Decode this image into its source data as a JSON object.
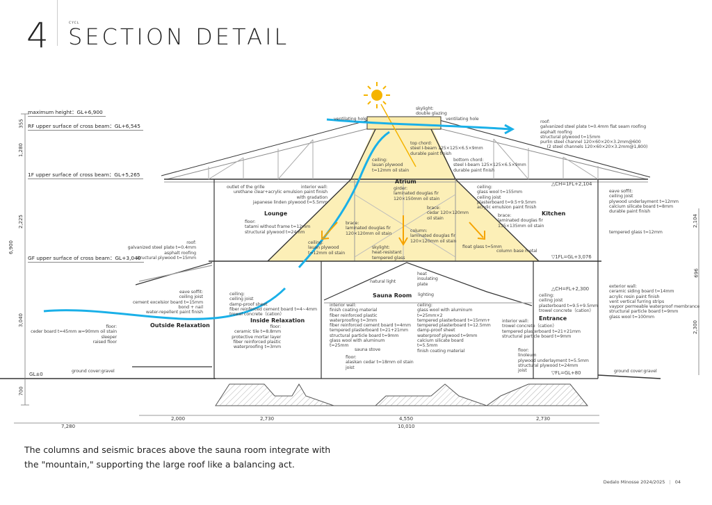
{
  "header": {
    "number": "4",
    "kicker": "CYCL",
    "title": "SECTION DETAIL"
  },
  "levels": {
    "max": "maximum height：GL+6,900",
    "rf": "RF upper surface of cross beam：GL+6,545",
    "f1": "1F upper surface of cross beam：GL+5,265",
    "gf": "GF upper surface of cross beam：GL+3,040",
    "gl": "GL±0"
  },
  "dims": {
    "left": [
      "355",
      "1,280",
      "2,225",
      "6,900",
      "3,040",
      "700"
    ],
    "right": [
      "2,104",
      "696",
      "2,300"
    ],
    "bottom": [
      "2,000",
      "2,730",
      "4,550",
      "2,730",
      "10,010",
      "7,280"
    ]
  },
  "rooms": {
    "atrium": "Atrium",
    "lounge": "Lounge",
    "kitchen": "Kitchen",
    "sauna": "Sauna Room",
    "entrance": "Entrance",
    "inside": "Inside Relaxation",
    "outside": "Outside Relaxation"
  },
  "notes": {
    "vent_l": "ventilating hole",
    "skylight_top": "skylight:\ndouble glazing",
    "vent_r": "ventilating hole",
    "top_chord": "top chord:\nsteel I-beam 125×125×6.5×9mm\ndurable paint finish",
    "ceil_lauan_top": "ceiling:\nlauan plywood\nt=12mm oil stain",
    "bottom_chord": "bottom chord:\nsteel I-beam 125×125×6.5×9mm\ndurable paint finish",
    "roof_main": "roof:\ngalvanized steel plate t=0.4mm flat seam roofing\nasphalt roofing\nstructural plywood t=15mm\npurlin steel channel 120×60×20×3.2mm@600\n     (2 steel channels 120×60×20×3.2mm@1,800)",
    "grille": "outlet of the grille",
    "int_wall_lounge": "interior wall:\nurethane clear+acrylic emulsion paint finish\nwith gradation\njapanese linden plywood t=5.5mm",
    "girder": "girder:\nlaminated douglas fir\n120×150mm oil stain",
    "ceil_kitchen": "ceiling:\nglass wool t=155mm\nceiling joist\nplasterboard t=9.5+9.5mm\nacrylic emulsion paint finish",
    "ch_1fl": "△CH=1FL+2,104",
    "eave_r": "eave soffit:\nceiling joist\nplywood underlayment t=12mm\ncalcium silicate board t=8mm\ndurable paint finish",
    "floor_lounge": "floor:\ntatami without frame t=12mm\nstructural plywood t=24mm",
    "brace_cedar": "brace:\ncedar 120×120mm\noil stain",
    "brace_135": "brace:\nlaminated douglas fir\n135×135mm oil stain",
    "brace_120": "brace:\nlaminated douglas fir\n120×120mm oil stain",
    "column": "column:\nlaminated douglas fir\n120×120mm oil stain",
    "ceil_lauan_low": "ceiling:\nlauan plywood\nt=12mm oil stain",
    "skylight_low": "skylight:\nheat-resistant\ntempered glass",
    "float_glass": "float glass t=5mm",
    "col_base": "column base metal",
    "temp_glass": "tempered glass t=12mm",
    "roof_low": "roof:\ngalvanized steel plate t=0.4mm\nasphalt roofing\nstructural plywood t=15mm",
    "fl_1fl": "▽1FL=GL+3,076",
    "nat_light": "natural light",
    "heat_plate": "heat\ninsulating\nplate",
    "lighting": "lighting",
    "ch_fl": "△CH=FL+2,300",
    "eave_l": "eave soffit:\nceiling joist\ncement excelsior board t=15mm\nbond + nail\nwater-repellent paint finish",
    "ceil_inside": "ceiling:\nceiling joist\ndamp-proof sheet\nfiber reinforced cement board t=4~4mm\ntrowel concrete（cation）",
    "ceil_entrance": "ceiling:\nceiling joist\nplasterboard t=9.5+9.5mm\ntrowel concrete（cation）",
    "ext_wall": "exterior wall:\nceramic siding board t=14mm\nacrylic resin paint finish\nvent vertical furring strips\nvaypor permeable waterproof membrance\nstructural particle board t=9mm\nglass wool t=100mm",
    "int_wall_sauna": "interior wall:\nfinish coating material\nfiber reinforced plastic\nwaterproofing t=3mm\nfiber reinforced cement board t=4mm\ntempered plasterboard t=21+21mm\nstructural particle board t=9mm\nglass wool with aluminum\nt=25mm",
    "ceil_sauna": "ceiling:\nglass wool with aluminum\nt=25mm×2\ntempered plasterboard t=15mm+\ntempered plasterboard t=12.5mm\ndamp-proof sheet\nwaterproof plywood t=9mm\ncalcium silicate board\nt=5.5mm\nfinish coating material",
    "int_wall_entr": "interior wall:\ntrowel concrete（cation）\ntempered plasterboard t=21+21mm\nstructural particle board t=9mm",
    "floor_inside": "floor:\nceramic tile t=8.8mm\nprotective mortar layer\nfiber reinforced plastic\nwaterproofing t=3mm",
    "floor_outside": "floor:\nceder board t=45mm w=90mm oil stain\nsleeper\nraised floor",
    "sauna_stove": "sauna stove",
    "floor_sauna": "floor:\nalaskan cedar t=18mm oil stain\njoist",
    "floor_entr": "floor:\nlinoleum\nplywood underlayment t=5.5mm\nstructural plywood t=24mm\njoist",
    "gravel_l": "ground cover:gravel",
    "gravel_r": "ground cover:gravel",
    "fl_gl": "▽FL=GL+80"
  },
  "caption": [
    "The columns and seismic braces above the sauna room integrate with",
    "the \"mountain,\" supporting the large roof like a balancing act."
  ],
  "footer": {
    "publication": "Dedalo Minosse 2024/2025",
    "page": "04"
  },
  "colors": {
    "atrium": "#fbe9a0",
    "sun": "#f5b400",
    "wind": "#1ab0e8",
    "arrow": "#f5a300"
  }
}
